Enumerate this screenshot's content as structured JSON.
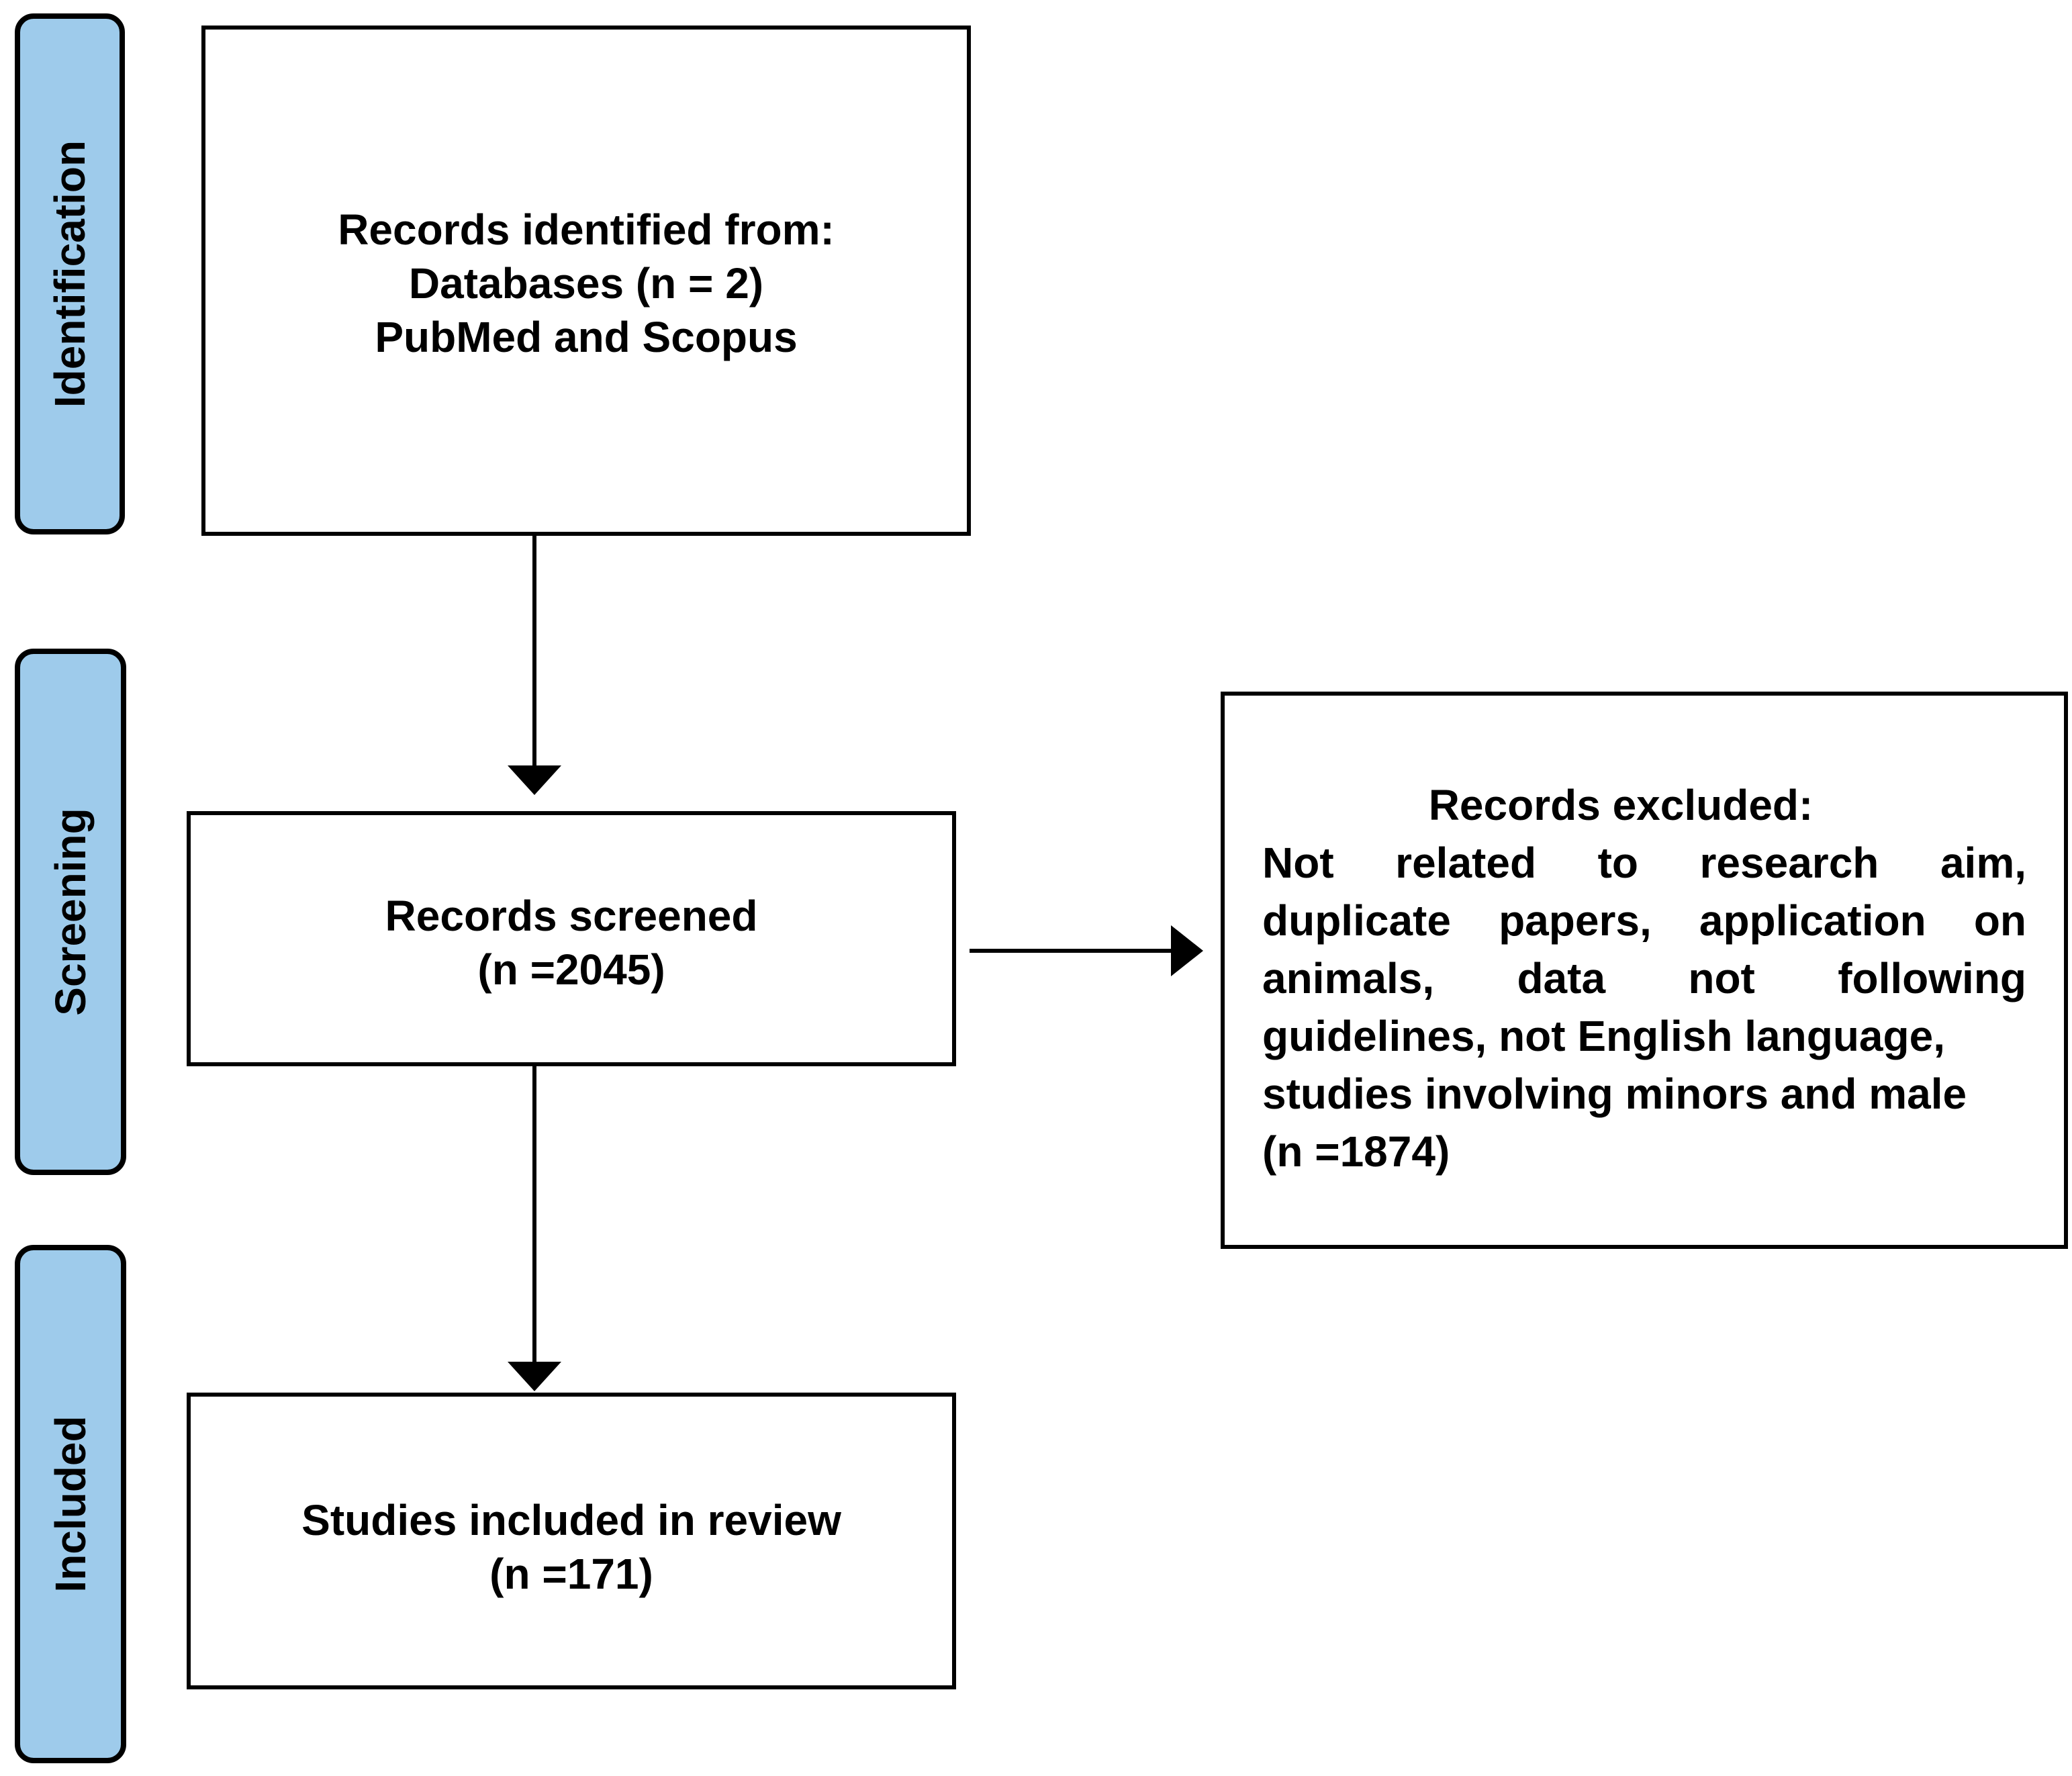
{
  "phases": {
    "identification": "Identification",
    "screening": "Screening",
    "included": "Included"
  },
  "boxes": {
    "identified": {
      "line1": "Records identified from:",
      "line2": "Databases (n = 2)",
      "line3": "PubMed and Scopus"
    },
    "screened": {
      "line1": "Records screened",
      "line2": "(n =2045)"
    },
    "excluded": {
      "heading": "Records excluded:",
      "lines": [
        "Not related to research aim,",
        "duplicate papers, application on",
        "animals, data not following",
        "guidelines, not English language,",
        "studies involving minors and male",
        "(n =1874)"
      ]
    },
    "included": {
      "line1": "Studies included in review",
      "line2": "(n =171)"
    }
  },
  "colors": {
    "phase_fill": "#9ecbeb",
    "stroke": "#000000",
    "background": "#ffffff"
  }
}
